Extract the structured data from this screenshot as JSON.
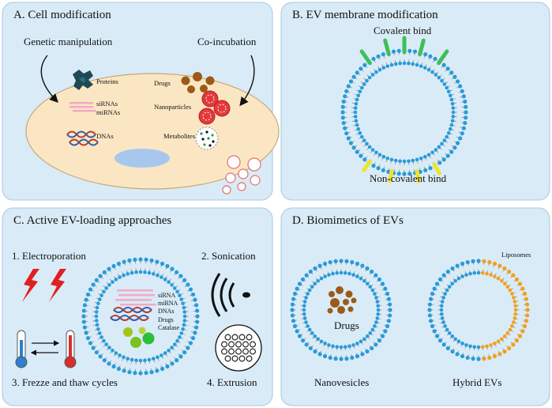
{
  "colors": {
    "panel_bg": "#d9ebf7",
    "panel_border": "#a9c7e0",
    "cell_fill": "#fbe6c4",
    "cell_stroke": "#c9a878",
    "nucleus": "#a7c8ec",
    "lipid_head": "#2b9ad6",
    "lipid_tail": "#888888",
    "covalent": "#3ebf5a",
    "noncovalent": "#f2e32a",
    "lightning": "#e02020",
    "drug_brown": "#9c5a1a",
    "nanoparticle_red": "#e23a3a",
    "liposome_orange": "#f0a020",
    "catalase_green": "#7ac21c"
  },
  "panels": {
    "a": {
      "title": "A. Cell modification",
      "genetic": "Genetic manipulation",
      "coincubation": "Co-incubation",
      "proteins": "Proteins",
      "sirnas": "siRNAs",
      "mirnas": "miRNAs",
      "dnas": "DNAs",
      "drugs": "Drugs",
      "nanoparticles": "Nanoparticles",
      "metabolites": "Metabolites"
    },
    "b": {
      "title": "B. EV membrane modification",
      "covalent": "Covalent bind",
      "noncovalent": "Non-covalent bind"
    },
    "c": {
      "title": "C. Active EV-loading approaches",
      "electroporation": "1. Electroporation",
      "sonication": "2. Sonication",
      "freeze": "3. Frezze and thaw cycles",
      "extrusion": "4. Extrusion",
      "sirna": "siRNA",
      "mirna": "miRNA",
      "dnas": "DNAs",
      "drugs": "Drugs",
      "catalase": "Catalase"
    },
    "d": {
      "title": "D. Biomimetics of EVs",
      "liposomes": "Liposomes",
      "drugs": "Drugs",
      "nanovesicles": "Nanovesicles",
      "hybrid": "Hybrid EVs"
    }
  }
}
